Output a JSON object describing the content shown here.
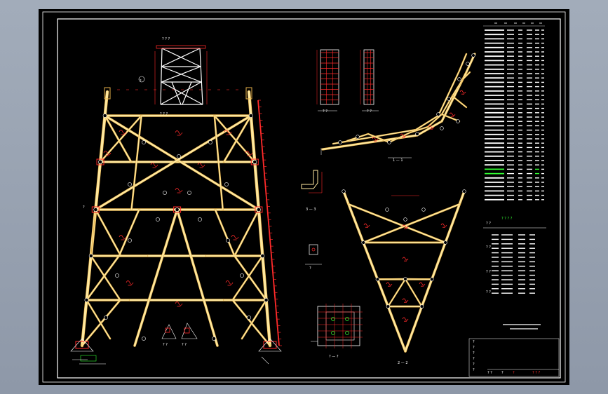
{
  "colors": {
    "background": "#97a1b0",
    "sheet": "#000000",
    "frame": "#ffffff",
    "member": "#ffe9a0",
    "member_edge": "#e8b24a",
    "dimension": "#ff2a2a",
    "annotation": "#ffffff",
    "highlight": "#33ff33"
  },
  "views": {
    "small_elevation": {
      "title": "? ? ?",
      "scale": "? ? ?",
      "mark": "?"
    },
    "main_elevation": {
      "bottom_left_label": "?"
    },
    "section_1": {
      "label": "1 — 1"
    },
    "section_2": {
      "label": "2 — 2"
    },
    "section_3": {
      "label": "3 — 3"
    },
    "detail_a": {
      "label": "?"
    },
    "detail_b": {
      "label": "?"
    },
    "plate_detail": {
      "label": "? — ?"
    },
    "strip_details": {
      "left_label": "? ?",
      "right_label": "? ?"
    },
    "foot_details": {
      "left_label": "? ?",
      "right_label": "? ?"
    }
  },
  "table": {
    "header": [
      "?",
      "?",
      "?",
      "?",
      "?",
      "?",
      "?"
    ],
    "row_count": 40
  },
  "legend": {
    "title": "? ? ? ?",
    "rows": [
      "? ?",
      "? ?",
      "? ?",
      "? ?"
    ]
  },
  "title_block": {
    "rows": [
      "?",
      "?",
      "?",
      "?",
      "?",
      "?"
    ],
    "footer": [
      "? ?",
      "?",
      "?",
      "? ? ?"
    ]
  }
}
